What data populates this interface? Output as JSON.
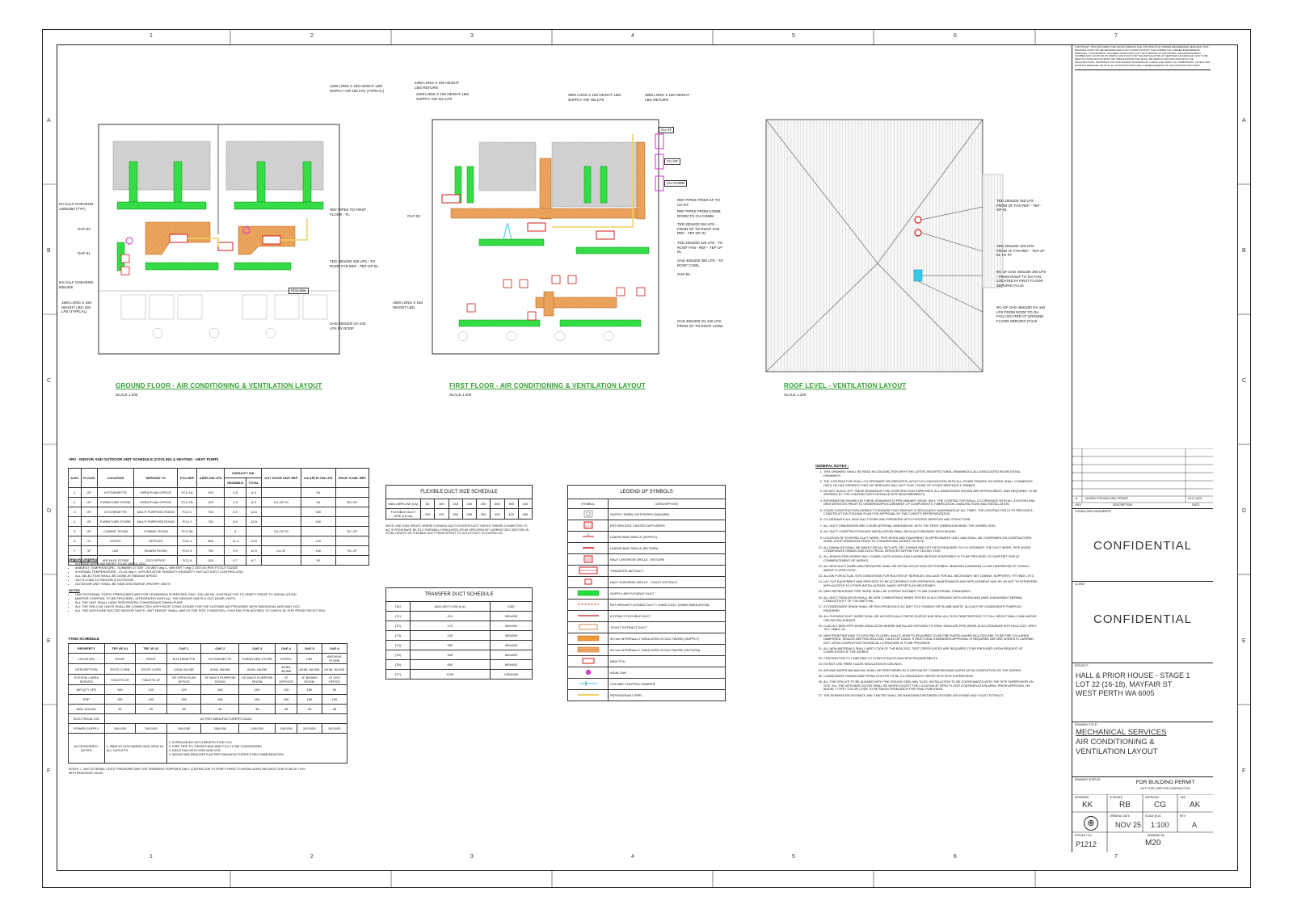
{
  "grid": {
    "columns": [
      "1",
      "2",
      "3",
      "4",
      "5",
      "6",
      "7"
    ],
    "rows": [
      "A",
      "B",
      "C",
      "D",
      "E",
      "F"
    ]
  },
  "drawings": {
    "ground": {
      "title": "GROUND FLOOR - AIR CONDITIONING & VENTILATION LAYOUT",
      "scale": "SCALE 1:100",
      "callouts": [
        "1200 LONG X 150 HEIGHT LBG SUPPLY AIR 180 LPS (TYPICAL)",
        "RA HALF CHEVRON 2400x350 (TYP)",
        "OAF-02",
        "OAF-01",
        "REF PIPES TO FIRST FLOOR - FL",
        "TED 200x200 180 LPS - TO ROOF FAN REF - TEF-GF-01",
        "FCU-03A",
        "RA HALF CHEVRON 800x400",
        "1800 LONG X 150 HEIGHT LBG 105 LPS (TYPICAL)",
        "OAD 450x200 OA 440 LPS EX ROOF"
      ]
    },
    "first": {
      "title": "FIRST FLOOR - AIR CONDITIONING & VENTILATION LAYOUT",
      "scale": "SCALE 1:100",
      "callouts": [
        "2400 LONG X 150 HEIGHT LBG RETURN",
        "2400 LONG X 150 HEIGHT LBG SUPPLY AIR 210 LPS",
        "3600 LONG X 150 HEIGHT LBG SUPPLY AIR 750 LPS",
        "3600 LONG X 150 HEIGHT LBG RETURN",
        "CU-1F",
        "CU-GF",
        "CU-COMM",
        "REF PIPES FROM GF TO CU-GF",
        "REF PIPES FROM COMM. ROOM TO CU-COMM",
        "TED 200x200 150 LPS - FROM GF TO ROOF FAN REF - TEF-GF-01",
        "TED 200x200 120 LPS - TO ROOF FAN - REF - TEF-1F-01",
        "OAD 400x200 350 LPS - TO ROOF COWL",
        "OAF-04",
        "OAF-03",
        "1800 LONG X 150 HEIGHT LBG",
        "OAD 450x200 OA 440 LPS FROM GF TO ROOF COWL"
      ]
    },
    "roof": {
      "title": "ROOF LEVEL - VENTILATION LAYOUT",
      "scale": "SCALE 1:100",
      "callouts": [
        "TED 200x200 150 LPS - FROM GF FAN REF - TEF-GF-01",
        "TED 200x200 120 LPS - FROM 1F FAN REF - TEF-1F-01 TO FF",
        "RC-1F OAD 400x200 350 LPS - FROM ROOF TO OA FAN LOCATED IN FIRST FLOOR SERVING FCUS",
        "RC-GF OAD 450x200 OA 440 LPS FROM ROOF TO OA FAN LOCATED AT GROUND FLOOR SERVING FCUS"
      ]
    }
  },
  "vrv_schedule": {
    "title": "VRV - INDOOR AND OUTDOOR UNIT SCHEDULE (COOLING & HEATING - HEAT PUMP)",
    "headers": [
      "S.NO",
      "FLOOR",
      "LOCATION",
      "SERVING TO",
      "FCU REF",
      "AIRFLOW LPS",
      "SENSIBLE",
      "TOTAL",
      "OUT DOOR UNIT REF",
      "OA AIR FLOW LPS",
      "ROOF COWL REF"
    ],
    "capacity_header": "CAPACITY KW",
    "rows": [
      [
        "1",
        "GF",
        "KITCHENETTE",
        "OPEN PLAN OFFICE",
        "FCU 1A",
        "575",
        "4.5",
        "6.3",
        "",
        "90",
        ""
      ],
      [
        "2",
        "GF",
        "FURNITURE STORE",
        "OPEN PLAN OFFICE",
        "FCU 1B",
        "375",
        "4.9",
        "6.3",
        "CU-GF-01",
        "90",
        "RC-GF"
      ],
      [
        "3",
        "GF",
        "KITCHENETTE",
        "MULTI PURPOSE ROOM",
        "FCU 2",
        "752",
        "8.9",
        "12.8",
        "",
        "160",
        ""
      ],
      [
        "4",
        "GF",
        "FURNITURE STORE",
        "MULTI PURPOSE ROOM",
        "FCU 2",
        "752",
        "8.9",
        "12.8",
        "",
        "160",
        ""
      ],
      [
        "5",
        "GF",
        "COMMS. ROOM",
        "COMMS. ROOM",
        "FCU 3A",
        "-",
        "4",
        "-",
        "CU-GF-02",
        "-",
        "RC-GF"
      ],
      [
        "6",
        "1F",
        "ENTRY",
        "OFFICES",
        "FCU 4",
        "806",
        "11.2",
        "13.5",
        "",
        "120",
        ""
      ],
      [
        "7",
        "1F",
        "UAT",
        "BOARD ROOM",
        "FCU 5",
        "752",
        "8.9",
        "12.5",
        "CU-1F",
        "150",
        "RC-1F"
      ],
      [
        "8",
        "1F",
        "ARCHIVE STORE",
        "CEO OFFICE",
        "FCU 6",
        "429",
        "5.7",
        "6.7",
        "",
        "50",
        ""
      ]
    ]
  },
  "design_criteria": {
    "title": "DESIGN CRITERIA",
    "items": [
      "OUTSIDE AIRFLOW RATES TO AS 1668.2-2012",
      "AMBIENT TEMPERATURE - SUMMER 37 DBT / 25 WBT deg C, WINTER 7 deg C DBT AS PER FITOUT GUIDE",
      "INTERNAL TEMPERATURE - 22-24 deg C, 50% RELATIVE HUMIDITY (HUMIDITY NOT ACTIVELY CONTROLLED)",
      "ALL SELECTION SHALL BE DONE AT MEDIUM SPEED",
      "100 % LOAD TO INDOOR & OUTDOOR",
      "OUTDOOR UNIT SHALL BE SIDE DISCHARGE VRV/VRF UNITS"
    ]
  },
  "notes_small": {
    "title": "NOTES",
    "items": [
      "UNIT EXTERNAL STATIC PRESSURES ARE FOR TENDERING PURPOSES ONLY 100-150 PA. CONTRACTOR TO VERIFY PRIOR TO INSTALLATION",
      "MASTER CONTROL TO BE PROVIDED, INTEGRATED WITH ALL THE INDOOR UNITS & OUT DOOR UNITS.",
      "ALL THE UNIT SHALL HAVE INTEGRATED CONDENSATE DRAIN PUMP",
      "ALL THE FAN COIL UNITS SHALL BE CONNECTED WITH ROOF COWL INTAKE FOR THE OUTSIDE AIR PROVIDED WITH INDIVIDUAL MSD AND VCD.",
      "ALL THE UNITS ARE DUCTED INDOOR UNITS, UNIT HEIGHT SHALL MATCH THE SITE CONDITION, CONTRACTOR ADVISED TO CHECK AT SITE PRIOR SELECTION"
    ]
  },
  "fans_schedule": {
    "title": "FANS SCHEDULE",
    "headers": [
      "PROPERTY",
      "TEF-GF-01",
      "TEF-1F-01",
      "OAF-1",
      "OAF-2",
      "OAF-3",
      "OAF-4",
      "OAF-5",
      "OAF-6"
    ],
    "rows": [
      [
        "LOCATION",
        "ROOF",
        "ROOF",
        "KITCHENETTE",
        "KITCHENETTE",
        "FURNITURE STORE",
        "ENTRY",
        "UAT",
        "ARCHIVE STORE"
      ],
      [
        "DESCRIPTION",
        "ROOF CURB",
        "ROOF CURB",
        "AXIAL INLINE",
        "AXIAL INLINE",
        "AXIAL INLINE",
        "AXIAL INLINE",
        "AXIAL INLINE",
        "AXIAL INLINE"
      ],
      [
        "SYSTEM / AREA SERVED",
        "TOILETS GF",
        "TOILETS 1F",
        "GF OPEN PLAN OFFICE",
        "GF MULTI PURPOSE ROOM",
        "GF MULTI PURPOSE ROOM",
        "1F OFFICES",
        "1F BOARD ROOM",
        "1F CEO OFFICE"
      ],
      [
        "AIR QTY LPS",
        "150",
        "120",
        "120",
        "160",
        "160",
        "120",
        "150",
        "50"
      ],
      [
        "ESP",
        "150",
        "150",
        "150",
        "150",
        "150",
        "150",
        "150",
        "150"
      ],
      [
        "MAX SOUND",
        "35",
        "35",
        "35",
        "35",
        "35",
        "35",
        "35",
        "35"
      ],
      [
        "ELECTRICAL KW",
        "AS PER MANUFACTURER'S DATA",
        "",
        "",
        "",
        "",
        "",
        "",
        ""
      ],
      [
        "POWER SUPPLY",
        "240/1/50",
        "240/1/50",
        "240/1/50",
        "240/1/50",
        "240/1/50",
        "240/1/50",
        "240/1/50",
        "240/1/50"
      ]
    ],
    "accessories_label": "ACCESSORIES / NOTES",
    "accessories_left": "1. BIRD AT DISCHARGE AND VIEW IN ALL OUTLETS",
    "accessories_right": [
      "1. INTERLINKED WITH RESPECTIVE FCU",
      "2. FIRE TRIP TO THESE FANS AND FCU TO BE CONSIDERED",
      "3. EACH FAN WITH MSD AND VCD",
      "4. MOUNTING BRACKETS AS PER MANUFACTURER'S RECOMMENDATION"
    ],
    "bottom_note": "NOTES: 1. UNIT EXTERNAL STATIC PRESSURES ARE FOR TENDERING PURPOSES ONLY. CONTRACTOR TO VERIFY PRIOR TO INSTALLATION FAN SELECTION TO BE AT +10% WITH RESIDENCE VALUE"
  },
  "flex_schedule": {
    "title": "FLEXIBLE DUCT SIZE SCHEDULE",
    "row1_label": "MAX AIRFLOW (L/s)",
    "row1": [
      "50",
      "100",
      "150",
      "200",
      "250",
      "300",
      "350",
      "400"
    ],
    "row2_label": "FLEXIBLE DUCT SIZE ø (mm)",
    "row2": [
      "150",
      "200",
      "250",
      "250",
      "300",
      "300",
      "400",
      "450"
    ],
    "note": "NOTE: USE OVAL SPIGOT WHERE FLEXIBLE DUCT EXCEEDS DUCT HEIGHT. WHERE CONNECTED TO A/C SYSTEM MUST BE R1.0 THERMALLY INSULATED OR AS SPECIFIED BY CURRENT BCC SECTION J5. TOTAL LENGTH OF FLEXIBLE DUCT FROM SPIGOT TO OUTLET NOT TO EXCEED 3m."
  },
  "transfer_schedule": {
    "title": "TRANSFER DUCT SCHEDULE",
    "headers": [
      "TAG",
      "MAX AIR FLOW (L/s)",
      "SIZE"
    ],
    "rows": [
      [
        "(T1)",
        "110",
        "250x250"
      ],
      [
        "(T2)",
        "170",
        "300x300"
      ],
      [
        "(T3)",
        "220",
        "350x300"
      ],
      [
        "(T4)",
        "300",
        "450x400"
      ],
      [
        "(T5)",
        "340",
        "600x300"
      ],
      [
        "(T6)",
        "600",
        "800x400"
      ],
      [
        "(T7)",
        "1200",
        "1200x400"
      ]
    ]
  },
  "legend": {
    "title": "LEGEND OF SYMBOLS",
    "headers": [
      "SYMBOL",
      "DESCRIPTION"
    ],
    "items": [
      {
        "desc": "SUPPLY SWIRL DIFFUSERS (SQUARE)",
        "sym": "swirl"
      },
      {
        "desc": "RETURN EGG CRATED DIFFUSERS",
        "sym": "egg"
      },
      {
        "desc": "LINEAR BAR GRILLE (SUPPLY)",
        "sym": "lbg-s"
      },
      {
        "desc": "LINEAR BAR GRILLE (RETURN)",
        "sym": "lbg-r"
      },
      {
        "desc": "HALF CHEVRON GRILLE - RETURN",
        "sym": "chevron"
      },
      {
        "desc": "TRANSFER AIR DUCT",
        "sym": "transfer"
      },
      {
        "desc": "HALF CHEVRON GRILLE - TOILET EXTRACT",
        "sym": "chevron-s"
      },
      {
        "desc": "SUPPLY AIR FLEXIBLE DUCT",
        "sym": "flex-green"
      },
      {
        "desc": "RETURN AIR FLEXIBLE DUCT / HARD DUCT (50MM INSULATION)",
        "sym": "flex-ret"
      },
      {
        "desc": "EXTRACT FLEXIBLE DUCT",
        "sym": "extract"
      },
      {
        "desc": "TOILET EXTRACT DUCT",
        "sym": "toilet"
      },
      {
        "desc": "50 mm INTERNALLY INSULATED GI DUCTWORK (SUPPLY)",
        "sym": "gi-s"
      },
      {
        "desc": "50 mm INTERNALLY INSULATED GI DUCTWORK (RETURN)",
        "sym": "gi-r"
      },
      {
        "desc": "NEW FCU",
        "sym": "fcu"
      },
      {
        "desc": "AXIAL FAN",
        "sym": "fan"
      },
      {
        "desc": "VOLUME CONTROL DAMPER",
        "sym": "vcd"
      },
      {
        "desc": "REFRIGERANT PIPE",
        "sym": "pipe"
      }
    ]
  },
  "general_notes": {
    "title": "GENERAL NOTES :",
    "items": [
      "THIS DRAWING SHALL BE READ IN CONJUNCTION WITH THE LATEST ARCHITECTURAL DRAWINGS & ALL ASSOCIATED ROOM DETAIL DRAWINGS.",
      "THE CONTRACTOR SHALL CO-ORDINATE HIS SERVICES LAYOUT IN CONJUNCTION WITH ALL OTHER TRADES. NO WORK SHALL COMMENCE UNTIL HE HAS VERIFIED THAT HIS SERVICES WILL NOT FOUL THOSE OF OTHER SERVICES & TRADES.",
      "DO NOT SCALE OFF THESE DRAWINGS FOR CONSTRUCTION PURPOSES. ALL DIMENSIONS SHOWN ARE APPROXIMATE, AND REQUIRED TO BE VERIFIED BY THE CONTRACTOR'S DETAILED SITE MEASUREMENTS.",
      "INFORMATION SHOWN ON THESE DRAWINGS IS PRELIMINARY ISSUE ONLY. THE CONTRACTOR SHALL CO-ORDINATE WITH ALL EXISTING AND NEW SERVICES PRIOR TO ORDERING/PROCUREMENT OF COMPONENTS, FABRICATION, MANUFACTURE AND INSTALLATION.",
      "STAGE CONSTRUCTION WORKS TO ENSURE THAT SERVICE IS REGULARLY MAINTAINED AT ALL TIMES. THE CONTRACTOR IS TO PROVIDE A CONSTRUCTION STAGING PLAN FOR APPROVAL BY THE CLIENT'S REPRESENTATIVE.",
      "CO-ORDINATE ALL NEW DUCT WORK AND PIPEWORK WITH EXISTING SERVICES AND STRUCTURE.",
      "ALL DUCT DIMENSIONS ARE CLEAR INTERNAL DIMENSIONS, WITH THE FIRST DIMENSION BEING THE VIEWED SIDE.",
      "ALL DUCT CONSTRUCTION AND INSTALLATION SHALL BE IN ACCORDANCE WITH AS4254.",
      "LOCATION OF EXISTING DUCT WORK, PIPE WORK AND EQUIPMENT IS APPROXIMATE ONLY AND SHALL BE CONFIRMED ON CONTRACTORS WORK SHOP DRAWINGS PRIOR TO COMMENCING WORKS ON SITE.",
      "ALLOWANCES SHALL BE MADE FOR ALL SET-UPS, SET-DOWNS AND OFF-SETS REQUIRED TO CO-ORDINATE THE DUCT WORK, PIPE WORK, CONDENSATE DRAINS AND ELECTRICAL SERVICES WITHIN THE CEILING VOID.",
      "ALL DEMOLITION WORKS WILL COMPLY WITH AS2601 AND A WORK METHOD STATEMENT IS TO BE PROVIDED TO SUPPORT THIS AT COMMENCEMENT OF WORKS.",
      "ALL NEW DUCT WORK AND PIPEWORK SHALL BE INSTALLED AS HIGH AS POSSIBLE. MAINTAIN A MINIMUM CLEAR HEADROOM OF 2100mm ABOVE FLOOR LEVEL.",
      "ALLOW FOR ACTUAL SITE CONDITIONS FOR ROUTES OF SERVICES. INCLUDE FOR ALL NECESSARY SET DOWNS, SUPPORTS, FITTINGS, ETC.",
      "LAY OUT EQUIPMENT AND SERVICES TO BE ACCESSIBLE FOR OPERATION, MAINTENANCE AND REPLACEMENT AND SO AS NOT TO INTERFERE WITH ACCESS TO OTHER INSTALLATIONS. MAKE OFFSETS AS NECESSARY.",
      "NEW REFRIGERANT PIPE WORK SHALL BE COPPER SUITABLE TO AIR CONDITIONING STANDARDS.",
      "ALL DUCT INSULATION SHALL BE NON COMBUSTIBLE WHEN TESTED IN ACCORDANCE WITH AS1530 AND HAVE A MAXIMUM THERMAL CONDUCTIVITY OF 0.04 WATT/mK.",
      "A CONDENSATE DRAIN SHALL BE RUN FROM EACH AC UNIT TO A TUNDISH OR PLUMB WASTE. ALLOW FOR CONDENSATE PUMPS AS REQUIRED.",
      "ALL FLEXIBLE DUCT WORK SHALL BE ACOUSTICALLY RATED SLEEVE AND SEAL ALL FLEX PENETRATIONS TO FULL HEIGHT WALLS AND ABOVE CEILING BULKHEADS.",
      "CLAD ALL NEW PIPE WORK INSULATION WHERE INSTALLED EXPOSED TO VIEW. INSULATE PIPE WORK IN ACCORDANCE WITH BCA 2022, SPEC J5.2, TABLE 2A.",
      "NEW PENETRATIONS TO EXISTING FLOORS, WALLS, SHAFTS REQUIRED TO BE FIRE RATED UNDER BCA 2022 ARE TO BE FIRE COLLARED, DAMPERED, SEALED MEETING BCA 2022 C4D15 OR C4D16. STRUCTURAL ENGINEERS APPROVAL IS REQUIRED BEFORE WORKS IS CARRIED OUT. UPON COMPLETION TECHNICAL LITERATURE IS TO BE PROVIDED.",
      "ALL NEW MATERIALS SHALL MEET C1D9 OF THE BCA 2022. TEST CERTIFICATES ARE REQUIRED TO BE PROVIDED UPON REQUEST AT COMPLETION OF THE WORKS.",
      "CONTRACTOR TO CONFORM TO CLIENTS RULES AND WHS REQUIREMENTS.",
      "DO NOT USE FIBRE GLASS INSULATION IN CEILINGS.",
      "AIR AND WATER BALANCING SHALL BE PERFORMED BY A SPECIALIST COMMISSIONING AGENT UPON COMPLETION OF THE WORKS.",
      "CONDENSATE DRAINS AND PIPING ROUTES TO BE CO-ORDINATED ONSITE WITH SITE SUPERVISOR.",
      "ALL THE GRILLES TO BE ALIGNED WITH THE CEILING GRID AND TILES, INSTALLATION TO BE COORDINATED WITH THE SITE SUPERVISOR ON SITE. ALL THE DIFFUSER COLOR SHALL BE WHITE EXCEPT THE LOCATION AT FIRST FLOOR CONTEMPLATION AREA. PRIOR APPROVAL ON MODEL / TYPE / COLOR CODE TO BE TAKEN FROM ARCH FOR FINAL PURCHASE.",
      "THE SEPARATION DISTANCE MIN 3 METER SHALL BE MAINTAINED BETWEEN OUTSIDE AIR INTAKE AND TOILET EXTRACT."
    ]
  },
  "title_block": {
    "copyright": "COPYRIGHT: THIS DOCUMENT AND DESIGN REMAIN THE COPYRIGHT OF KIMMER ENGINEERING SERVICES. THIS DRAWING MUST NOT BE REPRODUCED IN ANY FORM WITHOUT THE CONSENT OF KIMMER ENGINEERING SERVICES. THIS DRAWING HAS BEEN PRODUCED FOR THE PURPOSE OF INDICATING THE ARRANGEMENT, NUMBER AND LOCATION OF WIRING AND PLANT FOR THE INSTALLATION OF SERVICES AS DETAILED, AND TO BE READ IN CONJUNCTION WITH THE SPECIFICATION AND SHALL BE READ IN CONJUNCTION WITH THE ARCHITECTURAL DRAWINGS FOR ASSOCIATED INFORMATION. CHECK AND VERIFY ALL DIMENSIONS, LEVELS AND EXISTING SERVICES ON SITE. ALL INVESTIGATIONS AND COMMENCEMENTS AT THE CONTRACTOR'S RISK.",
    "revision": {
      "rev": "A",
      "description": "ISSUED FOR BUILDING PERMIT",
      "date": "26.11.2025"
    },
    "rev_headers": {
      "rev": "REV",
      "description": "DESCRIPTION",
      "date": "DATE"
    },
    "consulting_label": "CONSULTING ENGINEERS:",
    "consulting": "CONFIDENTIAL",
    "client_label": "CLIENT:",
    "client": "CONFIDENTIAL",
    "project_label": "PROJECT:",
    "project": [
      "HALL & PRIOR HOUSE - STAGE 1",
      "LOT 22 (16-18), MAYFAIR ST",
      "WEST PERTH WA 6005"
    ],
    "drawing_title_label": "DRAWING TITLE:",
    "drawing_title": [
      "MECHANICAL SERVICES",
      "AIR CONDITIONING &",
      "VENTILATION LAYOUT"
    ],
    "status_label": "DRAWING STATUS:",
    "status": "FOR BUILDING PERMIT",
    "status_sub": "NOT TO BE USED FOR CONSTRUCTION",
    "designer_label": "DESIGNER",
    "designer": "KK",
    "checked_label": "CHECKED",
    "checked": "RB",
    "approval_label": "APPROVAL",
    "approval": "CG",
    "cad_label": "CAD",
    "cad": "AK",
    "original_date_label": "ORIGINAL DATE",
    "original_date": "NOV 25",
    "scale_label": "SCALE @ A1",
    "scale": "1:100",
    "rev_label": "REV",
    "rev": "A",
    "project_no_label": "PROJECT No.",
    "project_no": "P1212",
    "drawing_no_label": "DRAWING No.",
    "drawing_no": "M20"
  },
  "colors": {
    "supply_green": "#22e03a",
    "return_orange": "#f09a3a",
    "fcu_red": "#d11919",
    "pipe_yellow": "#f2d060",
    "magenta": "#e040d0",
    "cyan": "#38c8e8",
    "title_green": "#2ea02e"
  }
}
